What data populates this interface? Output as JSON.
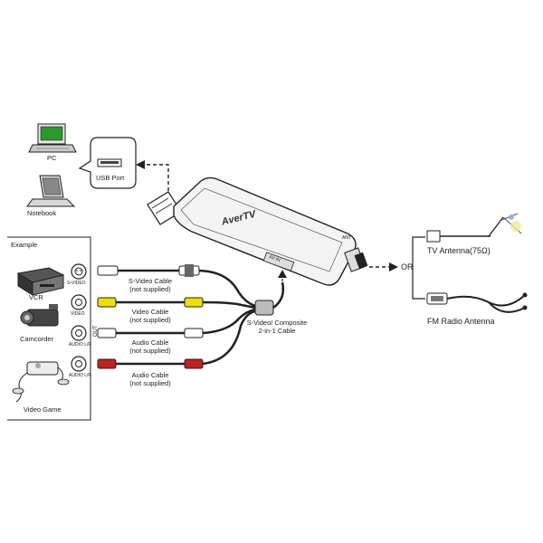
{
  "pc": {
    "label": "PC"
  },
  "notebook": {
    "label": "Notebook"
  },
  "usb_port": {
    "label": "USB Port"
  },
  "device": {
    "brand": "AverTV",
    "port_label": "AV IN",
    "rf_label": "ANT"
  },
  "example": {
    "label": "Example"
  },
  "sources": {
    "vcr": "VCR",
    "camcorder": "Camcorder",
    "video_game": "Video Game"
  },
  "source_jacks": {
    "svideo": "S-VIDEO",
    "video": "VIDEO",
    "audio": "AUDIO L/R",
    "side": "OUT"
  },
  "cables": {
    "svideo": {
      "line1": "S-Video Cable",
      "line2": "(not supplied)"
    },
    "video": {
      "line1": "Video Cable",
      "line2": "(not supplied)"
    },
    "audio1": {
      "line1": "Audio Cable",
      "line2": "(not supplied)"
    },
    "audio2": {
      "line1": "Audio Cable",
      "line2": "(not supplied)"
    },
    "combo": {
      "line1": "S-Video/ Composite",
      "line2": "2-in-1 Cable"
    }
  },
  "or_label": "OR",
  "tv_antenna": {
    "label": "TV Antenna(75Ω)"
  },
  "fm_antenna": {
    "label": "FM Radio Antenna"
  },
  "colors": {
    "video_plug": "#f0e000",
    "audio_white": "#ffffff",
    "audio_red": "#c02020",
    "line": "#222222"
  }
}
